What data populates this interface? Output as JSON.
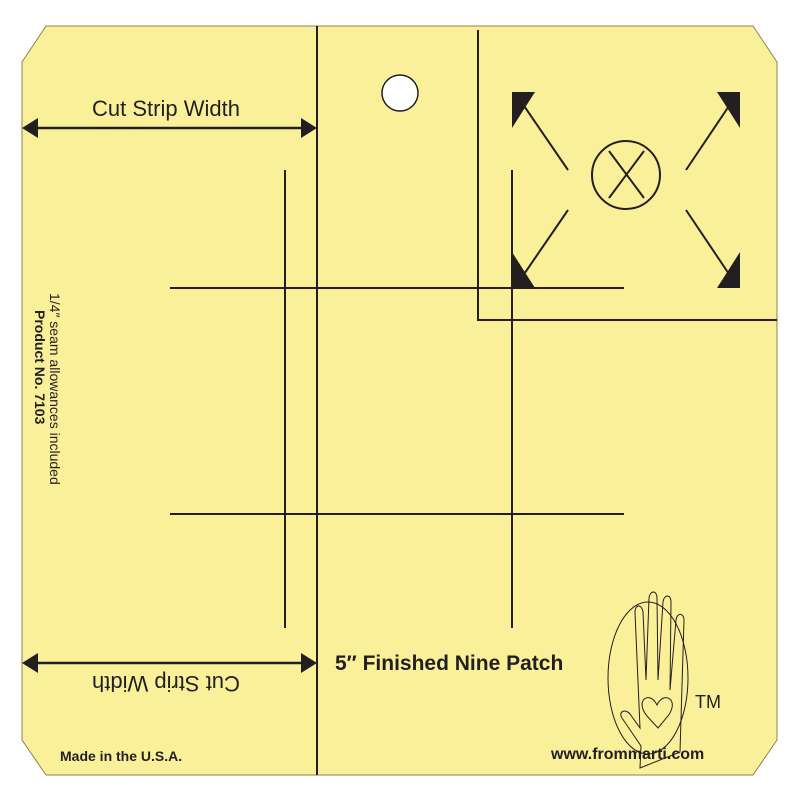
{
  "template": {
    "cut_strip_top": "Cut Strip Width",
    "cut_strip_bottom": "Cut Strip Width",
    "seam_note": "1/4″ seam allowances included",
    "product_no": "Product No. 7103",
    "title": "5″ Finished Nine Patch",
    "made_in": "Made in the U.S.A.",
    "website": "www.frommarti.com",
    "trademark": "TM"
  },
  "colors": {
    "board": "#faf09a",
    "ink": "#231f20"
  }
}
